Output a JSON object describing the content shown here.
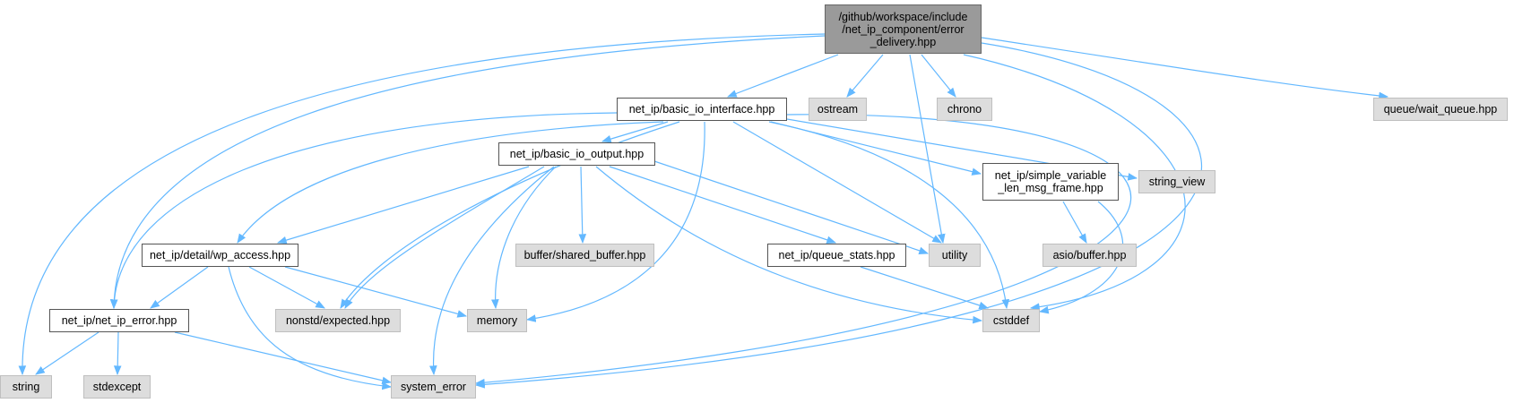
{
  "colors": {
    "edge": "#63b8ff",
    "root_fill": "#9a9a9a",
    "local_fill": "#ffffff",
    "system_fill": "#dddddd"
  },
  "nodes": {
    "root": "/github/workspace/include\n/net_ip_component/error\n_delivery.hpp",
    "basic_io_interface": "net_ip/basic_io_interface.hpp",
    "ostream": "ostream",
    "chrono": "chrono",
    "wait_queue": "queue/wait_queue.hpp",
    "basic_io_output": "net_ip/basic_io_output.hpp",
    "simple_variable_len_msg_frame": "net_ip/simple_variable\n_len_msg_frame.hpp",
    "string_view": "string_view",
    "wp_access": "net_ip/detail/wp_access.hpp",
    "shared_buffer": "buffer/shared_buffer.hpp",
    "queue_stats": "net_ip/queue_stats.hpp",
    "utility": "utility",
    "asio_buffer": "asio/buffer.hpp",
    "net_ip_error": "net_ip/net_ip_error.hpp",
    "expected": "nonstd/expected.hpp",
    "memory": "memory",
    "cstddef": "cstddef",
    "string": "string",
    "stdexcept": "stdexcept",
    "system_error": "system_error"
  }
}
